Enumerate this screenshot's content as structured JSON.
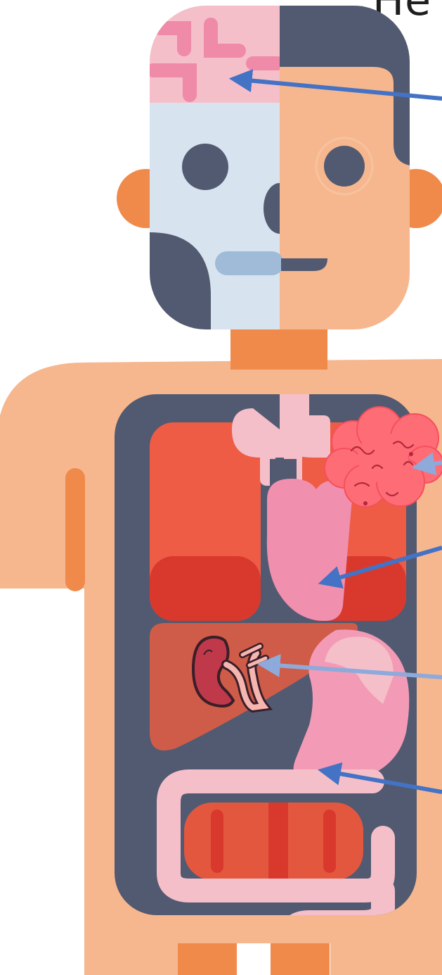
{
  "title": "He",
  "colors": {
    "skin": "#f6b78f",
    "skin_shadow": "#f08a4b",
    "skull": "#d7e4ef",
    "brain": "#f5bfc9",
    "brain_fold": "#ef8aa9",
    "dark": "#525a71",
    "lung_top": "#ee5c45",
    "lung_bottom": "#d9392d",
    "heart": "#f08fae",
    "liver": "#cf5c48",
    "stomach": "#f39bb6",
    "intestine_tube": "#f5bfc9",
    "intestine_red": "#e4573f",
    "kidney": "#c0394b",
    "arrow_dark": "#4472c4",
    "arrow_light": "#8eaadb",
    "lung_sponge": "#fe6c76"
  },
  "icons": [
    "brain",
    "skull",
    "lungs",
    "heart",
    "liver",
    "kidney-icon",
    "stomach",
    "intestines",
    "lung-sponge-icon",
    "pointer-arrow"
  ]
}
